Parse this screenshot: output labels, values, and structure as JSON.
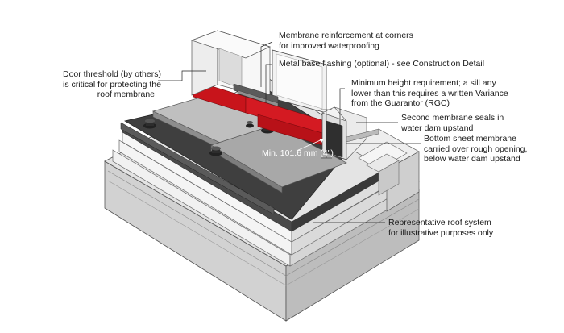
{
  "labels": {
    "corner_reinforcement": [
      "Membrane reinforcement at corners",
      "for improved waterproofing"
    ],
    "metal_base_flashing": [
      "Metal base flashing (optional) - see Construction Detail"
    ],
    "door_threshold": [
      "Door threshold (by others)",
      "is critical for protecting the",
      "roof membrane"
    ],
    "minimum_height": [
      "Minimum height requirement; a sill any",
      "lower than this requires a written Variance",
      "from the Guarantor (RGC)"
    ],
    "second_membrane": [
      "Second membrane seals in",
      "water dam upstand"
    ],
    "bottom_sheet": [
      "Bottom sheet membrane",
      "carried over rough opening,",
      "below water dam upstand"
    ],
    "roof_system": [
      "Representative roof system",
      "for illustrative purposes only"
    ]
  },
  "dimension": "Min. 101.6 mm (4\")",
  "colors": {
    "membrane_red": "#c8141b",
    "membrane_dark": "#3d3d3d",
    "concrete": "#cfcfcf",
    "paver": "#a9a9a9",
    "frame": "#e6e6e6"
  }
}
